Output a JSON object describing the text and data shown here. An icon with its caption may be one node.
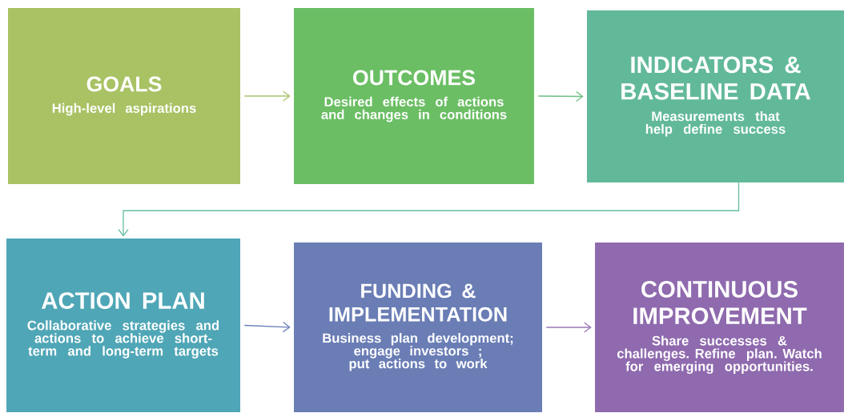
{
  "diagram": {
    "nodes": [
      {
        "text": [
          "GOALS",
          "High-level aspirations"
        ]
      },
      {
        "text": [
          "OUTCOMES",
          "Desired effects of actions and changes in conditions"
        ]
      },
      {
        "text": [
          "INDICATORS & BASELINE DATA",
          "Measurements that help define success"
        ]
      },
      {
        "text": [
          "ACTION PLAN",
          "Collaborative strategies and actions to achieve short-term and long-term targets"
        ]
      },
      {
        "text": [
          "FUNDING & IMPLEMENTATION",
          "Business plan development; engage investors ; put actions to work"
        ]
      },
      {
        "text": [
          "CONTINUOUS IMPROVEMENT",
          "Share successes & challenges. Refine plan. Watch for emerging opportunities."
        ]
      }
    ],
    "edges": [
      {
        "from": 0,
        "to": 1,
        "arrow": "to",
        "color": "#a9c46e"
      },
      {
        "from": 1,
        "to": 2,
        "arrow": "to",
        "color": "#6dbe84"
      },
      {
        "from": 2,
        "to": 3,
        "arrow": "to",
        "color": "#66bea4"
      },
      {
        "from": 3,
        "to": 4,
        "arrow": "to",
        "color": "#6a82bb"
      },
      {
        "from": 4,
        "to": 5,
        "arrow": "to",
        "color": "#9a76b6"
      }
    ]
  }
}
